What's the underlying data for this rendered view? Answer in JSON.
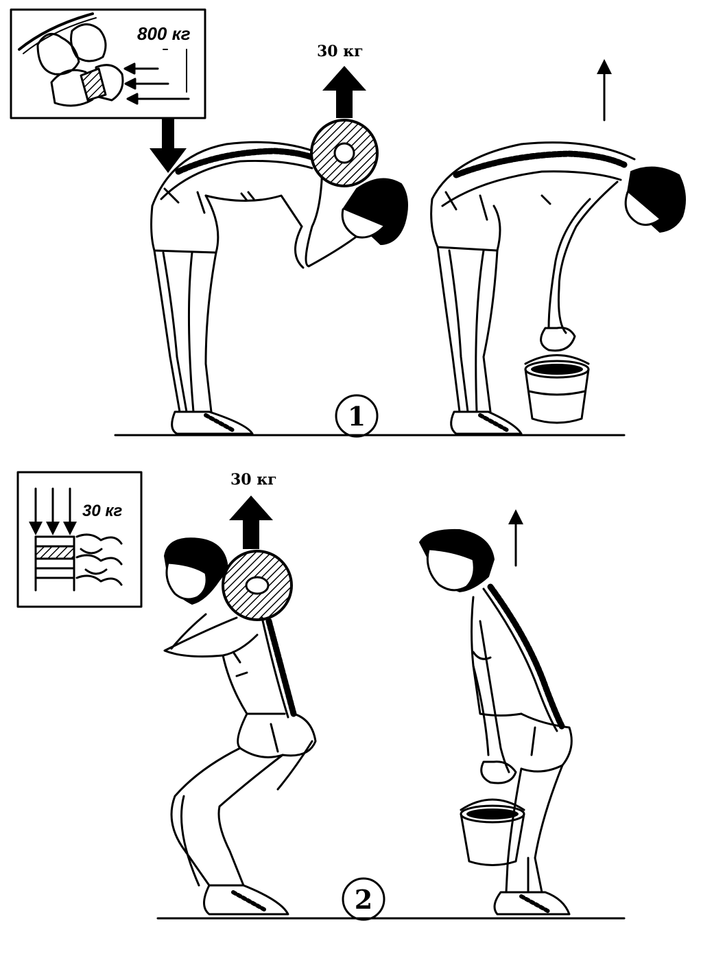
{
  "panels": [
    {
      "number": "1",
      "inset_label": "800 кг",
      "weight_label": "30 кг"
    },
    {
      "number": "2",
      "inset_label": "30 кг",
      "weight_label": "30 кг"
    }
  ],
  "colors": {
    "ink": "#000000",
    "paper": "#ffffff"
  }
}
